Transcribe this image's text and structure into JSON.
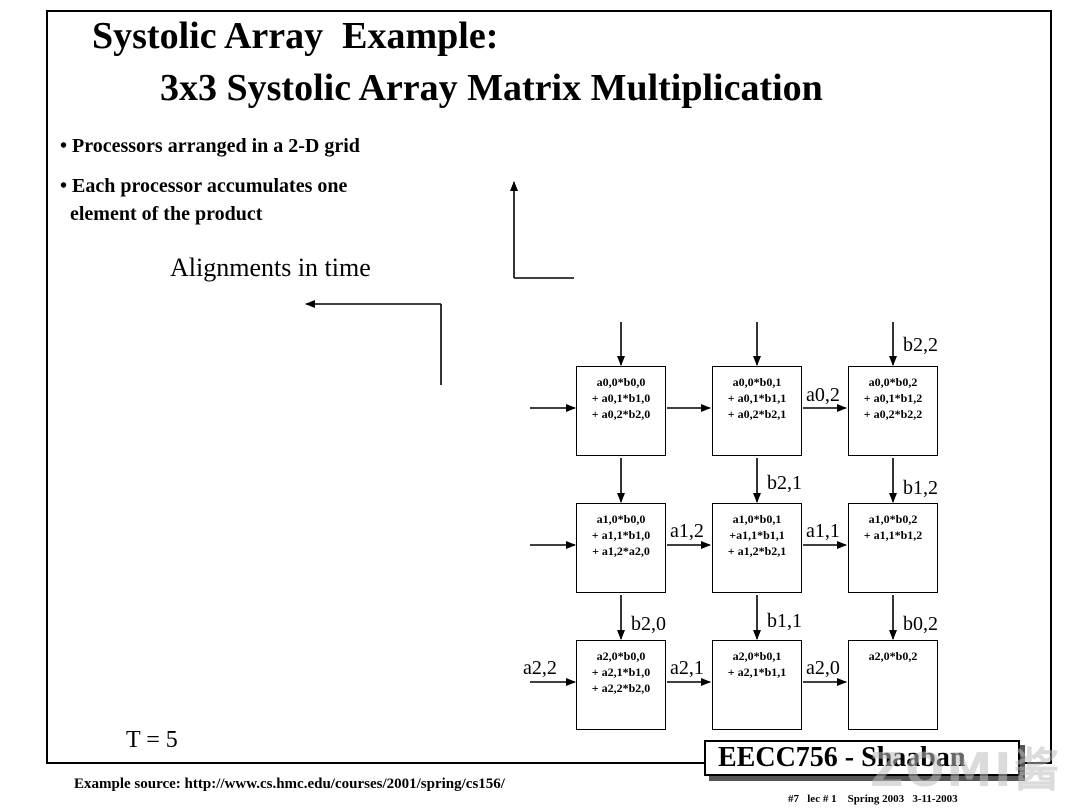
{
  "title": {
    "line1": "Systolic Array  Example:",
    "line2": "3x3 Systolic Array Matrix Multiplication"
  },
  "bullets": [
    "• Processors arranged in a 2-D grid",
    "• Each processor accumulates one",
    "  element of the product"
  ],
  "alignment_label": "Alignments in time",
  "time_label": "T = 5",
  "grid": {
    "cells": [
      {
        "id": "p00",
        "lines": [
          "a0,0*b0,0",
          "+ a0,1*b1,0",
          "+ a0,2*b2,0"
        ]
      },
      {
        "id": "p01",
        "lines": [
          "a0,0*b0,1",
          "+ a0,1*b1,1",
          "+ a0,2*b2,1"
        ]
      },
      {
        "id": "p02",
        "lines": [
          "a0,0*b0,2",
          "+ a0,1*b1,2",
          "+ a0,2*b2,2"
        ]
      },
      {
        "id": "p10",
        "lines": [
          "a1,0*b0,0",
          "+ a1,1*b1,0",
          "+ a1,2*a2,0"
        ]
      },
      {
        "id": "p11",
        "lines": [
          "a1,0*b0,1",
          "+a1,1*b1,1",
          "+ a1,2*b2,1"
        ]
      },
      {
        "id": "p12",
        "lines": [
          "a1,0*b0,2",
          "+ a1,1*b1,2"
        ]
      },
      {
        "id": "p20",
        "lines": [
          "a2,0*b0,0",
          "+ a2,1*b1,0",
          "+ a2,2*b2,0"
        ]
      },
      {
        "id": "p21",
        "lines": [
          "a2,0*b0,1",
          "+ a2,1*b1,1"
        ]
      },
      {
        "id": "p22",
        "lines": [
          "a2,0*b0,2"
        ]
      }
    ],
    "flow_labels": {
      "a02": "a0,2",
      "a12": "a1,2",
      "a11": "a1,1",
      "a22": "a2,2",
      "a21": "a2,1",
      "a20": "a2,0",
      "b22": "b2,2",
      "b21": "b2,1",
      "b12": "b1,2",
      "b20": "b2,0",
      "b11": "b1,1",
      "b02": "b0,2"
    }
  },
  "footer": {
    "source": "Example source:  http://www.cs.hmc.edu/courses/2001/spring/cs156/",
    "course": "EECC756 - Shaaban",
    "info": "#7   lec # 1    Spring 2003   3-11-2003"
  },
  "watermark": "ZOMI酱"
}
